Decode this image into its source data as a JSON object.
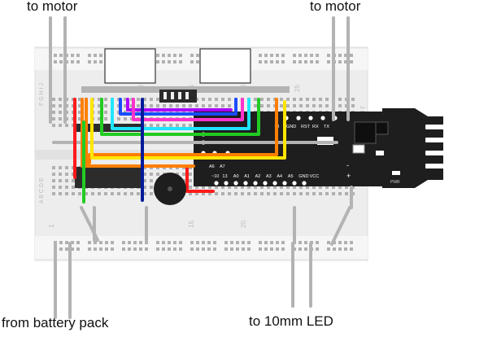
{
  "labels": {
    "motor_left": "to motor",
    "motor_right": "to motor",
    "battery": "from battery pack",
    "led": "to 10mm LED"
  },
  "board": {
    "gnd_rst_rx_tx": [
      "GND",
      "RST",
      "RX",
      "TX"
    ],
    "pin_3": "~3",
    "pin_a6": "A6",
    "pin_a7": "A7",
    "bottom_pins": [
      "~10",
      "13",
      "A0",
      "A1",
      "A2",
      "A3",
      "A4",
      "A5",
      "GND",
      "VCC"
    ],
    "pwr": "PWR",
    "plus": "+",
    "minus": "-"
  },
  "breadboard_numbers": {
    "top": [
      "10",
      "15",
      "20",
      "25"
    ],
    "bottom": [
      "1",
      "15",
      "20"
    ]
  },
  "colors": {
    "wire_gray": "#b3b3b3",
    "breadboard": "#ededed",
    "board": "#1e1e1e",
    "red": "#ff1a1a",
    "orange": "#ff7f00",
    "yellow": "#ffe600",
    "green": "#22cc22",
    "cyan": "#1ee6ff",
    "blue": "#1a4cff",
    "purple": "#aa00ff",
    "magenta": "#ff33cc",
    "navy": "#001a99"
  }
}
